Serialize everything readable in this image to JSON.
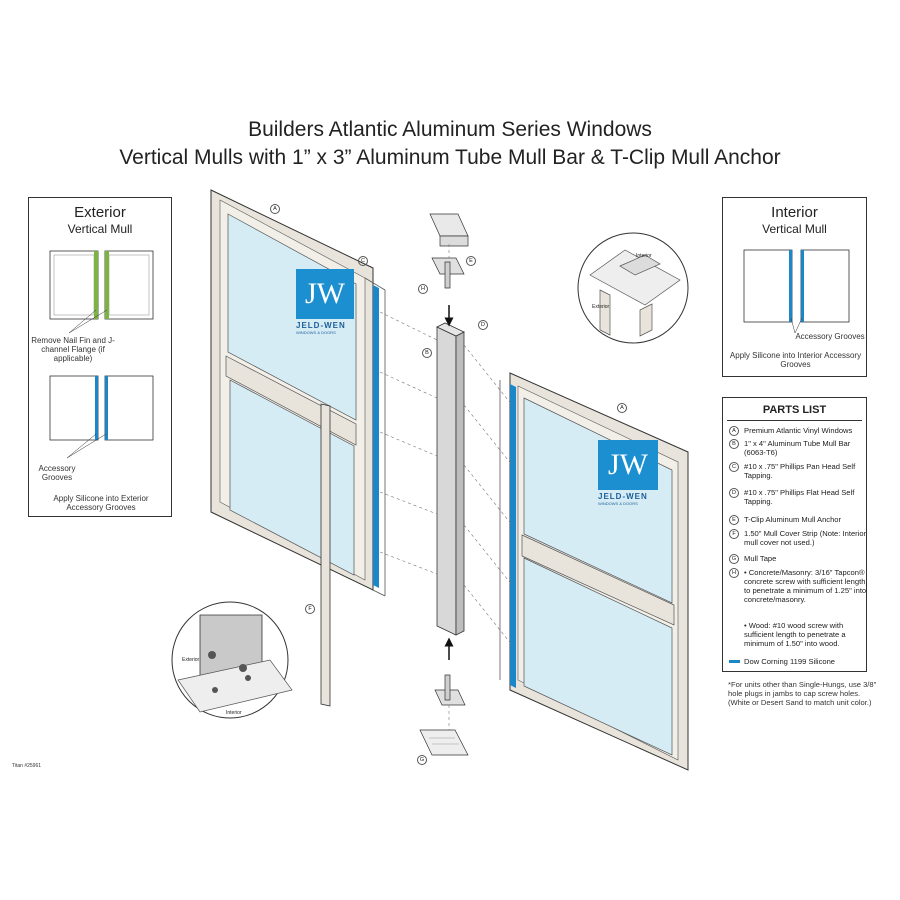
{
  "title_line1": "Builders Atlantic Aluminum Series Windows",
  "title_line2": "Vertical Mulls with 1” x 3” Aluminum Tube Mull Bar & T-Clip Mull Anchor",
  "exterior_panel": {
    "title": "Exterior",
    "subtitle": "Vertical Mull",
    "note_nail_fin": "Remove Nail Fin and J-channel Flange (if applicable)",
    "note_grooves": "Accessory Grooves",
    "note_silicone": "Apply Silicone into Exterior Accessory Grooves"
  },
  "interior_panel": {
    "title": "Interior",
    "subtitle": "Vertical Mull",
    "note_grooves": "Accessory Grooves",
    "note_silicone": "Apply Silicone into Interior Accessory Grooves"
  },
  "parts_list": {
    "title": "PARTS LIST",
    "items": [
      {
        "key": "A",
        "text": "Premium Atlantic Vinyl Windows"
      },
      {
        "key": "B",
        "text": "1\" x 4\" Aluminum Tube Mull Bar (6063-T6)"
      },
      {
        "key": "C",
        "text": "#10 x .75\" Phillips Pan Head Self Tapping."
      },
      {
        "key": "D",
        "text": "#10 x .75\" Phillips Flat Head Self Tapping."
      },
      {
        "key": "E",
        "text": "T-Clip Aluminum Mull Anchor"
      },
      {
        "key": "F",
        "text": "1.50\" Mull Cover Strip (Note: Interior mull cover not used.)"
      },
      {
        "key": "G",
        "text": "Mull Tape"
      },
      {
        "key": "H",
        "text": "• Concrete/Masonry: 3/16\" Tapcon® concrete screw with sufficient length to penetrate a minimum of 1.25\" into concrete/masonry."
      },
      {
        "key": "",
        "text": "• Wood: #10 wood screw with sufficient length to penetrate a minimum of 1.50\" into wood."
      }
    ],
    "legend": "Dow Corning 1199 Silicone",
    "footnote": "*For units other than Single-Hungs, use 3/8\" hole plugs in jambs to cap screw holes. (White or Desert Sand to match unit color.)"
  },
  "detail_labels": {
    "exterior": "Exterior",
    "interior": "Interior"
  },
  "logo": {
    "initials": "JW",
    "brand": "JELD-WEN",
    "tagline": "WINDOWS & DOORS"
  },
  "callouts": {
    "A": "A",
    "B": "B",
    "C": "C",
    "D": "D",
    "E": "E",
    "F": "F",
    "G": "G",
    "H": "H"
  },
  "drawing_id": "Titan #25961",
  "colors": {
    "silicone": "#1b86c8",
    "glass": "#d6ecf5",
    "frame": "#e8e4dc",
    "tape": "#7cb342",
    "logo": "#1b8fd0"
  }
}
